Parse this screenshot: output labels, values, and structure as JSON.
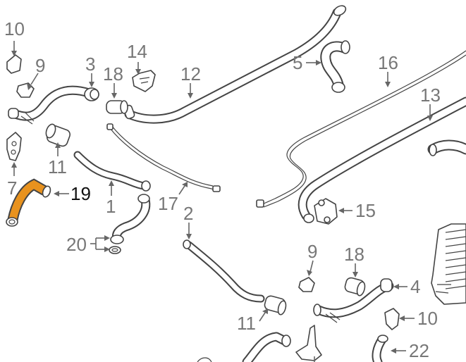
{
  "diagram": {
    "highlight_color": "#E8921E",
    "callouts": [
      {
        "id": "c10a",
        "text": "10"
      },
      {
        "id": "c9a",
        "text": "9"
      },
      {
        "id": "c3",
        "text": "3"
      },
      {
        "id": "c18a",
        "text": "18"
      },
      {
        "id": "c14",
        "text": "14"
      },
      {
        "id": "c12",
        "text": "12"
      },
      {
        "id": "c5",
        "text": "5"
      },
      {
        "id": "c16",
        "text": "16"
      },
      {
        "id": "c13",
        "text": "13"
      },
      {
        "id": "c11a",
        "text": "11"
      },
      {
        "id": "c7",
        "text": "7"
      },
      {
        "id": "c19",
        "text": "19"
      },
      {
        "id": "c1",
        "text": "1"
      },
      {
        "id": "c17",
        "text": "17"
      },
      {
        "id": "c15",
        "text": "15"
      },
      {
        "id": "c20",
        "text": "20"
      },
      {
        "id": "c2",
        "text": "2"
      },
      {
        "id": "c9b",
        "text": "9"
      },
      {
        "id": "c18b",
        "text": "18"
      },
      {
        "id": "c4",
        "text": "4"
      },
      {
        "id": "c10b",
        "text": "10"
      },
      {
        "id": "c11b",
        "text": "11"
      },
      {
        "id": "c22",
        "text": "22"
      }
    ]
  }
}
